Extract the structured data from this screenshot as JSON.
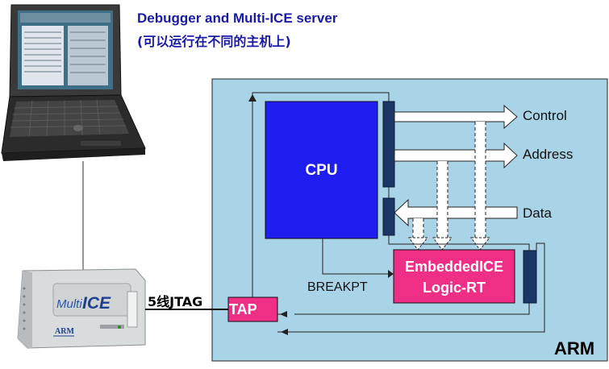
{
  "title": {
    "line1": "Debugger and Multi-ICE  server",
    "line2": "(可以运行在不同的主机上)"
  },
  "blocks": {
    "cpu": "CPU",
    "embedded_ice_line1": "EmbeddedICE",
    "embedded_ice_line2": "Logic-RT",
    "tap": "TAP",
    "arm": "ARM"
  },
  "ports": {
    "control": "Control",
    "address": "Address",
    "data": "Data"
  },
  "signals": {
    "breakpt": "BREAKPT",
    "jtag": "5线JTAG"
  },
  "device": {
    "brand": "ARM",
    "product_prefix": "Multi",
    "product_suffix": "ICE"
  },
  "colors": {
    "arm_region": "#a9d3e6",
    "cpu_block": "#1e1ef0",
    "embedded_ice_block": "#ef2f86",
    "tap_block": "#ef2f86",
    "bus_segment": "#1a3566",
    "title_text": "#1a1aa8"
  }
}
